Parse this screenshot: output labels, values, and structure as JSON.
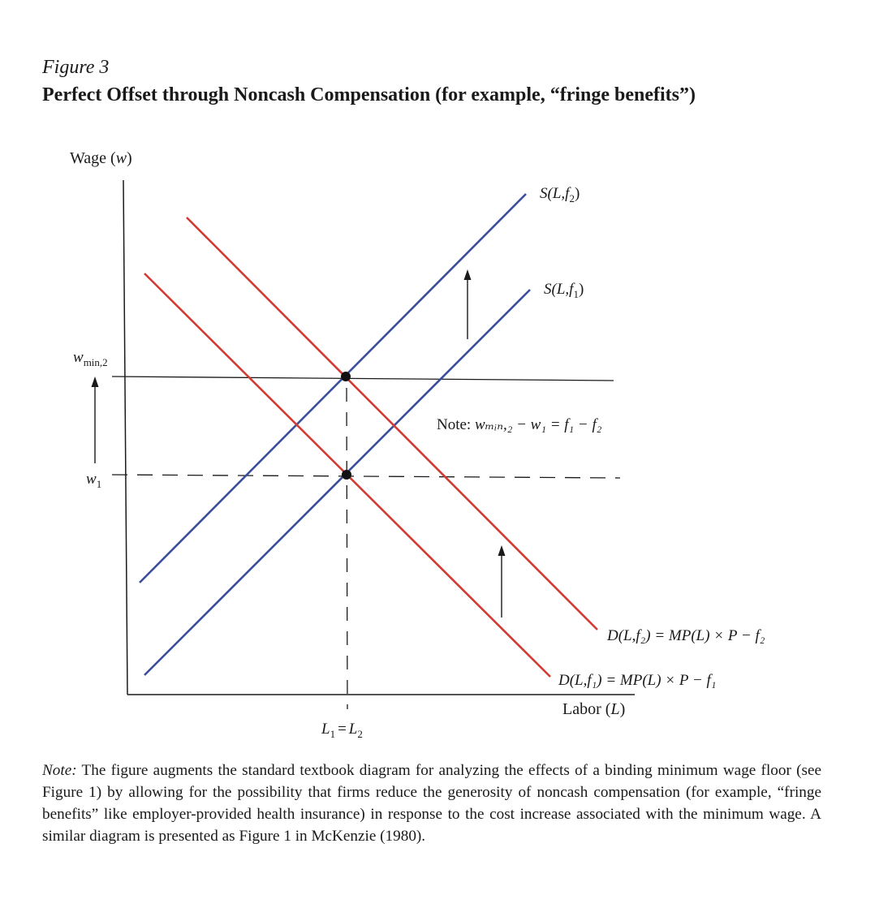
{
  "figure": {
    "label": "Figure 3",
    "title": "Perfect Offset through Noncash Compensation (for example, “fringe benefits”)"
  },
  "axes": {
    "y_label_text": "Wage",
    "y_label_var": "w",
    "x_label_text": "Labor",
    "x_label_var": "L",
    "ytick_wmin2_base": "w",
    "ytick_wmin2_sub": "min,2",
    "ytick_w1_base": "w",
    "ytick_w1_sub": "1",
    "xtick_L1": "L",
    "xtick_L1_sub": "1",
    "xtick_eq": "=",
    "xtick_L2": "L",
    "xtick_L2_sub": "2"
  },
  "curves": {
    "supply_f2": {
      "label_fn": "S(",
      "label_args": "L,f",
      "label_sub": "2",
      "label_close": ")"
    },
    "supply_f1": {
      "label_fn": "S(",
      "label_args": "L,f",
      "label_sub": "1",
      "label_close": ")"
    },
    "demand_f2": {
      "label": "D(L,f₂) = MP(L) × P − f₂"
    },
    "demand_f1": {
      "label": "D(L,f₁) = MP(L) × P − f₁"
    }
  },
  "annotation": {
    "prefix": "Note:",
    "expression": "wₘᵢₙ,₂ − w₁ = f₁ − f₂"
  },
  "note": {
    "label": "Note:",
    "text": "The figure augments the standard textbook diagram for analyzing the effects of a binding minimum wage floor (see Figure 1) by allowing for the possibility that firms reduce the generosity of noncash compensation (for example, “fringe benefits” like employer-provided health insurance) in response to the cost increase associated with the minimum wage. A similar diagram is presented as Figure 1 in McKenzie (1980)."
  },
  "colors": {
    "supply": "#3a4f9a",
    "demand": "#d23a34",
    "axis": "#1a1a1a"
  }
}
